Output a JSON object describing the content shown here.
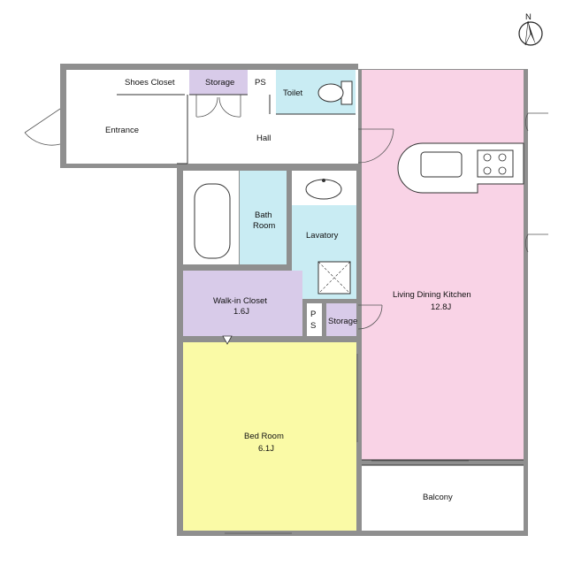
{
  "compass": {
    "label": "N"
  },
  "rooms": {
    "shoes_closet": {
      "label": "Shoes Closet"
    },
    "storage_top": {
      "label": "Storage"
    },
    "ps_top": {
      "label": "PS"
    },
    "toilet": {
      "label": "Toilet"
    },
    "entrance": {
      "label": "Entrance"
    },
    "hall": {
      "label": "Hall"
    },
    "bath_room": {
      "line1": "Bath",
      "line2": "Room"
    },
    "lavatory": {
      "label": "Lavatory"
    },
    "walkin_closet": {
      "line1": "Walk-in Closet",
      "line2": "1.6J"
    },
    "ps_mid": {
      "line1": "P",
      "line2": "S"
    },
    "storage_mid": {
      "label": "Storage"
    },
    "ldk": {
      "line1": "Living Dining Kitchen",
      "line2": "12.8J"
    },
    "bed_room": {
      "line1": "Bed Room",
      "line2": "6.1J"
    },
    "balcony": {
      "label": "Balcony"
    }
  },
  "colors": {
    "wall": "#8f8f8f",
    "ldk": "#f9d3e6",
    "bedroom": "#fafaa6",
    "wet_areas": "#c9ecf3",
    "storage": "#d8cbe9",
    "floor": "#ffffff"
  }
}
